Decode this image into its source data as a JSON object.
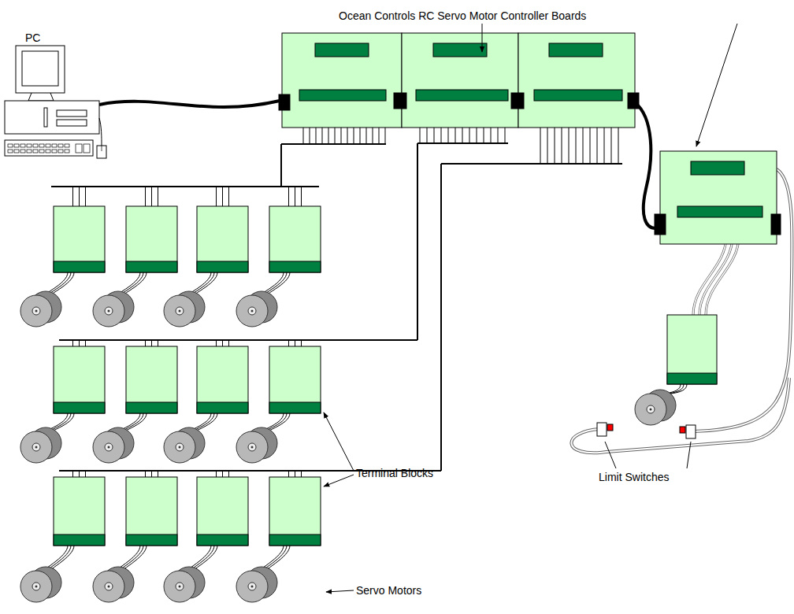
{
  "diagram": {
    "labels": [
      "PC",
      "Ocean Controls RC Servo Motor Controller Boards",
      "Terminal Blocks",
      "Servo Motors",
      "Limit Switches"
    ]
  }
}
